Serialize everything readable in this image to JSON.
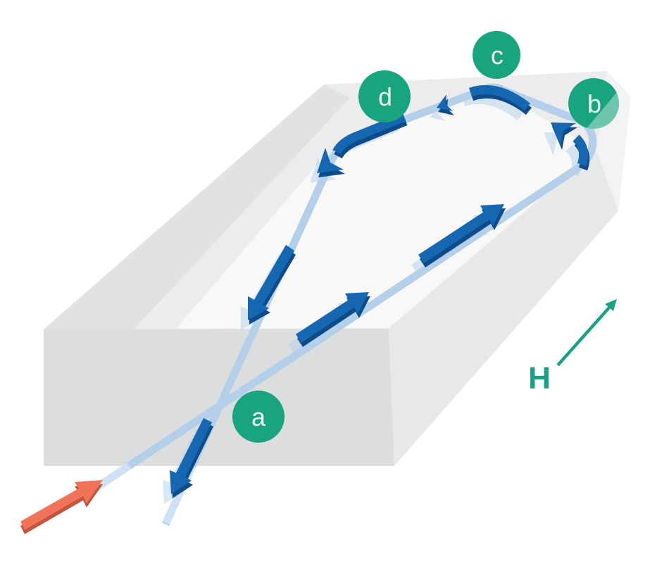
{
  "diagram": {
    "markers": {
      "a": "a",
      "b": "b",
      "c": "c",
      "d": "d"
    },
    "field_label": "H"
  },
  "colors": {
    "background": "#ffffff",
    "marker_green": "#18a47c",
    "marker_text": "#eef7f2",
    "field_green": "#18a183",
    "beam_light_blue": "#b4cfe9",
    "beam_stub_blue": "#cfe2f4",
    "arrow_dark_blue": "#1667b1",
    "arrow_bevel_blue": "#0d4c88",
    "arrow_shadow_blue": "#b7d2ea",
    "input_orange": "#f0735a",
    "input_orange_dark": "#c2553e",
    "box_top": "#ececec",
    "box_top_band": "#e2e2e2",
    "box_top_bright": "#f8f8f7",
    "box_front": "#dcdddd",
    "box_side": "#e8e8e8",
    "box_end": "#f3f3f3"
  }
}
